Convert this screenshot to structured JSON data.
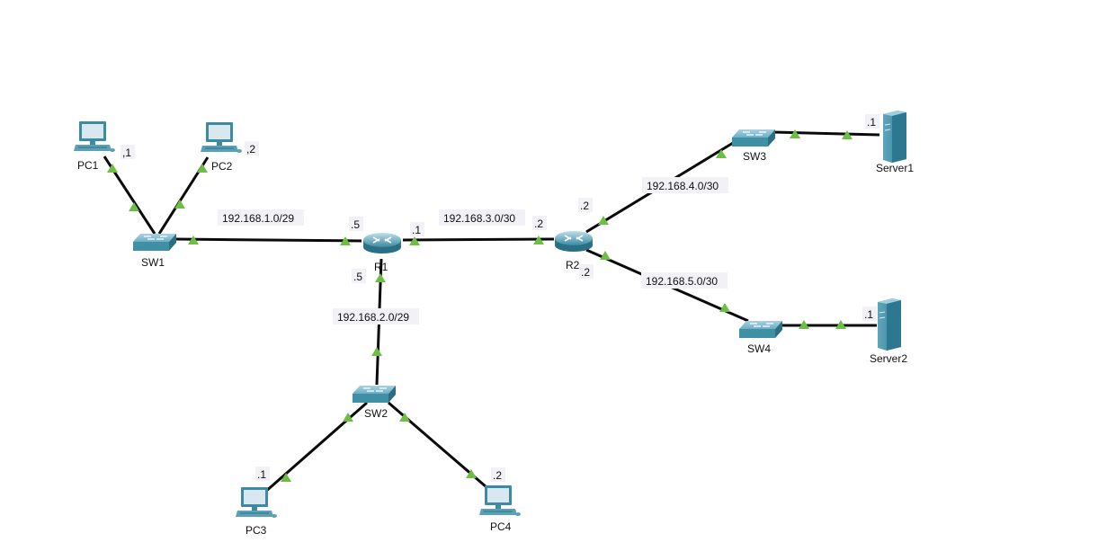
{
  "colors": {
    "link": "#0a0a0a",
    "port_up": "#6dbe45",
    "device_teal": "#3f8fa5",
    "device_dark": "#2c6f82",
    "label_bg": "#f1f1f6"
  },
  "devices": {
    "pc1": {
      "label": "PC1",
      "icon": "pc-icon"
    },
    "pc2": {
      "label": "PC2",
      "icon": "pc-icon"
    },
    "pc3": {
      "label": "PC3",
      "icon": "pc-icon"
    },
    "pc4": {
      "label": "PC4",
      "icon": "pc-icon"
    },
    "sw1": {
      "label": "SW1",
      "icon": "switch-icon"
    },
    "sw2": {
      "label": "SW2",
      "icon": "switch-icon"
    },
    "sw3": {
      "label": "SW3",
      "icon": "switch-icon"
    },
    "sw4": {
      "label": "SW4",
      "icon": "switch-icon"
    },
    "r1": {
      "label": "R1",
      "icon": "router-icon"
    },
    "r2": {
      "label": "R2",
      "icon": "router-icon"
    },
    "server1": {
      "label": "Server1",
      "icon": "server-icon"
    },
    "server2": {
      "label": "Server2",
      "icon": "server-icon"
    }
  },
  "networks": {
    "sw1_r1": "192.168.1.0/29",
    "r1_r2": "192.168.3.0/30",
    "r1_sw2": "192.168.2.0/29",
    "r2_sw3": "192.168.4.0/30",
    "r2_sw4": "192.168.5.0/30"
  },
  "addresses": {
    "pc1": ",1",
    "pc2": ",2",
    "r1_g_sw1": ".5",
    "r1_g_r2": ".1",
    "r1_g_sw2": ".5",
    "r2_g_r1": ".2",
    "r2_g_sw3": ".2",
    "r2_g_sw4": ".2",
    "server1": ".1",
    "server2": ".1",
    "pc3": ".1",
    "pc4": ".2"
  }
}
